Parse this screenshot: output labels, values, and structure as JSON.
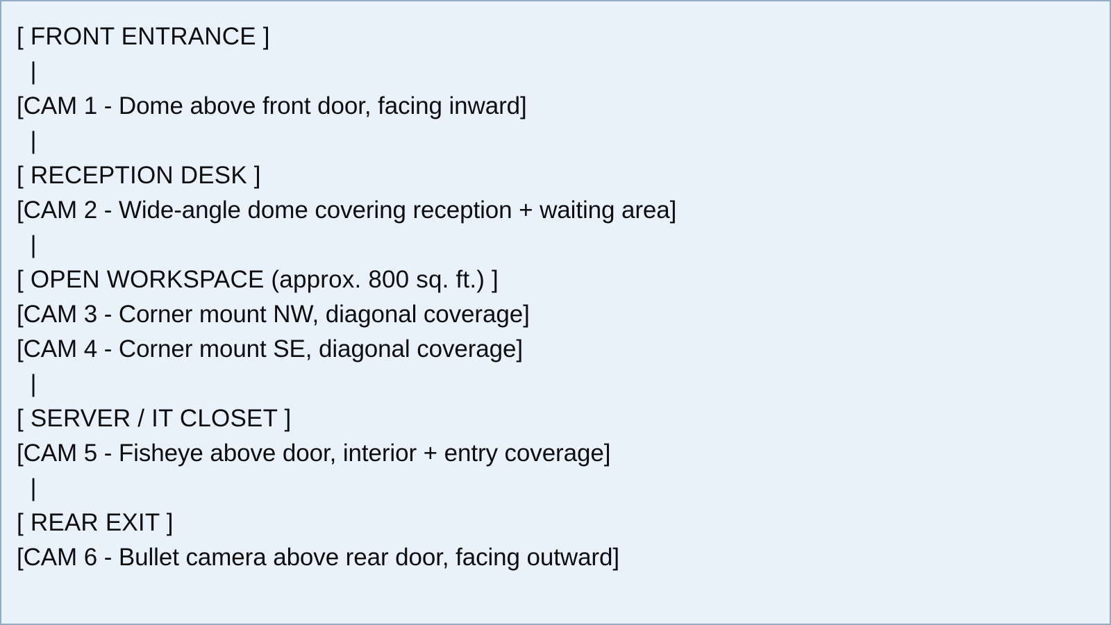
{
  "panel": {
    "background_color": "#e9f2fb",
    "border_color": "#93abc4",
    "text_color": "#0d0d0f"
  },
  "diagram": {
    "type": "ascii-tree",
    "title_text": "[ FRONT ENTRANCE ]",
    "connector_glyph": "  |",
    "lines": [
      {
        "kind": "zone",
        "text": "[ FRONT ENTRANCE ]"
      },
      {
        "kind": "connector",
        "text": "  |"
      },
      {
        "kind": "cam",
        "text": "[CAM 1 - Dome above front door, facing inward]"
      },
      {
        "kind": "connector",
        "text": "  |"
      },
      {
        "kind": "zone",
        "text": "[ RECEPTION DESK ]"
      },
      {
        "kind": "cam",
        "text": "[CAM 2 - Wide-angle dome covering reception + waiting area]"
      },
      {
        "kind": "connector",
        "text": "  |"
      },
      {
        "kind": "zone",
        "text": "[ OPEN WORKSPACE (approx. 800 sq. ft.) ]"
      },
      {
        "kind": "cam",
        "text": "[CAM 3 - Corner mount NW, diagonal coverage]"
      },
      {
        "kind": "cam",
        "text": "[CAM 4 - Corner mount SE, diagonal coverage]"
      },
      {
        "kind": "connector",
        "text": "  |"
      },
      {
        "kind": "zone",
        "text": "[ SERVER / IT CLOSET ]"
      },
      {
        "kind": "cam",
        "text": "[CAM 5 - Fisheye above door, interior + entry coverage]"
      },
      {
        "kind": "connector",
        "text": "  |"
      },
      {
        "kind": "zone",
        "text": "[ REAR EXIT ]"
      },
      {
        "kind": "cam",
        "text": "[CAM 6 - Bullet camera above rear door, facing outward]"
      }
    ],
    "zones": [
      "FRONT ENTRANCE",
      "RECEPTION DESK",
      "OPEN WORKSPACE (approx. 800 sq. ft.)",
      "SERVER / IT CLOSET",
      "REAR EXIT"
    ],
    "cameras": [
      {
        "id": "CAM 1",
        "description": "Dome above front door, facing inward",
        "zone": "FRONT ENTRANCE"
      },
      {
        "id": "CAM 2",
        "description": "Wide-angle dome covering reception + waiting area",
        "zone": "RECEPTION DESK"
      },
      {
        "id": "CAM 3",
        "description": "Corner mount NW, diagonal coverage",
        "zone": "OPEN WORKSPACE (approx. 800 sq. ft.)"
      },
      {
        "id": "CAM 4",
        "description": "Corner mount SE, diagonal coverage",
        "zone": "OPEN WORKSPACE (approx. 800 sq. ft.)"
      },
      {
        "id": "CAM 5",
        "description": "Fisheye above door, interior + entry coverage",
        "zone": "SERVER / IT CLOSET"
      },
      {
        "id": "CAM 6",
        "description": "Bullet camera above rear door, facing outward",
        "zone": "REAR EXIT"
      }
    ]
  }
}
